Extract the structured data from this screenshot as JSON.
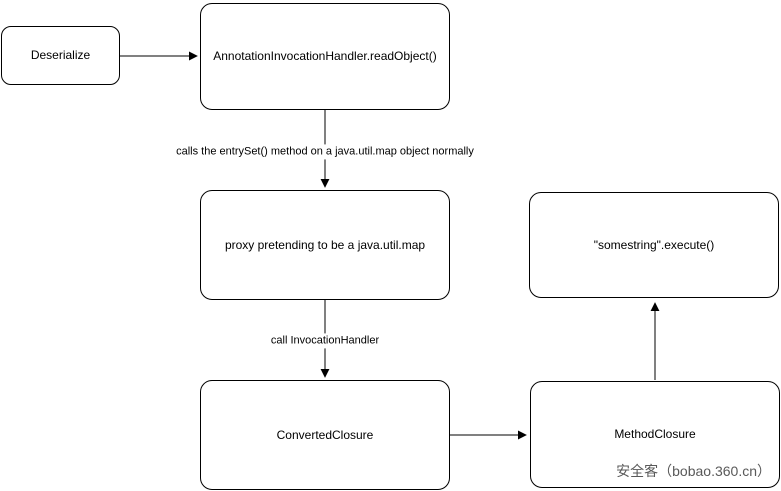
{
  "diagram": {
    "nodes": {
      "deserialize": {
        "label": "Deserialize"
      },
      "read_object": {
        "label": "AnnotationInvocationHandler.readObject()"
      },
      "proxy": {
        "label": "proxy pretending to be a java.util.map"
      },
      "converted_closure": {
        "label": "ConvertedClosure"
      },
      "somestring_execute": {
        "label": "\"somestring\".execute()"
      },
      "method_closure": {
        "label": "MethodClosure"
      }
    },
    "edge_labels": {
      "entry_set": "calls the entrySet() method on a java.util.map object normally",
      "invocation_handler": "call InvocationHandler"
    },
    "watermark": "安全客（bobao.360.cn）",
    "colors": {
      "stroke": "#000000",
      "node_fill": "#ffffff",
      "text": "#000000",
      "watermark_text": "#595959"
    }
  }
}
